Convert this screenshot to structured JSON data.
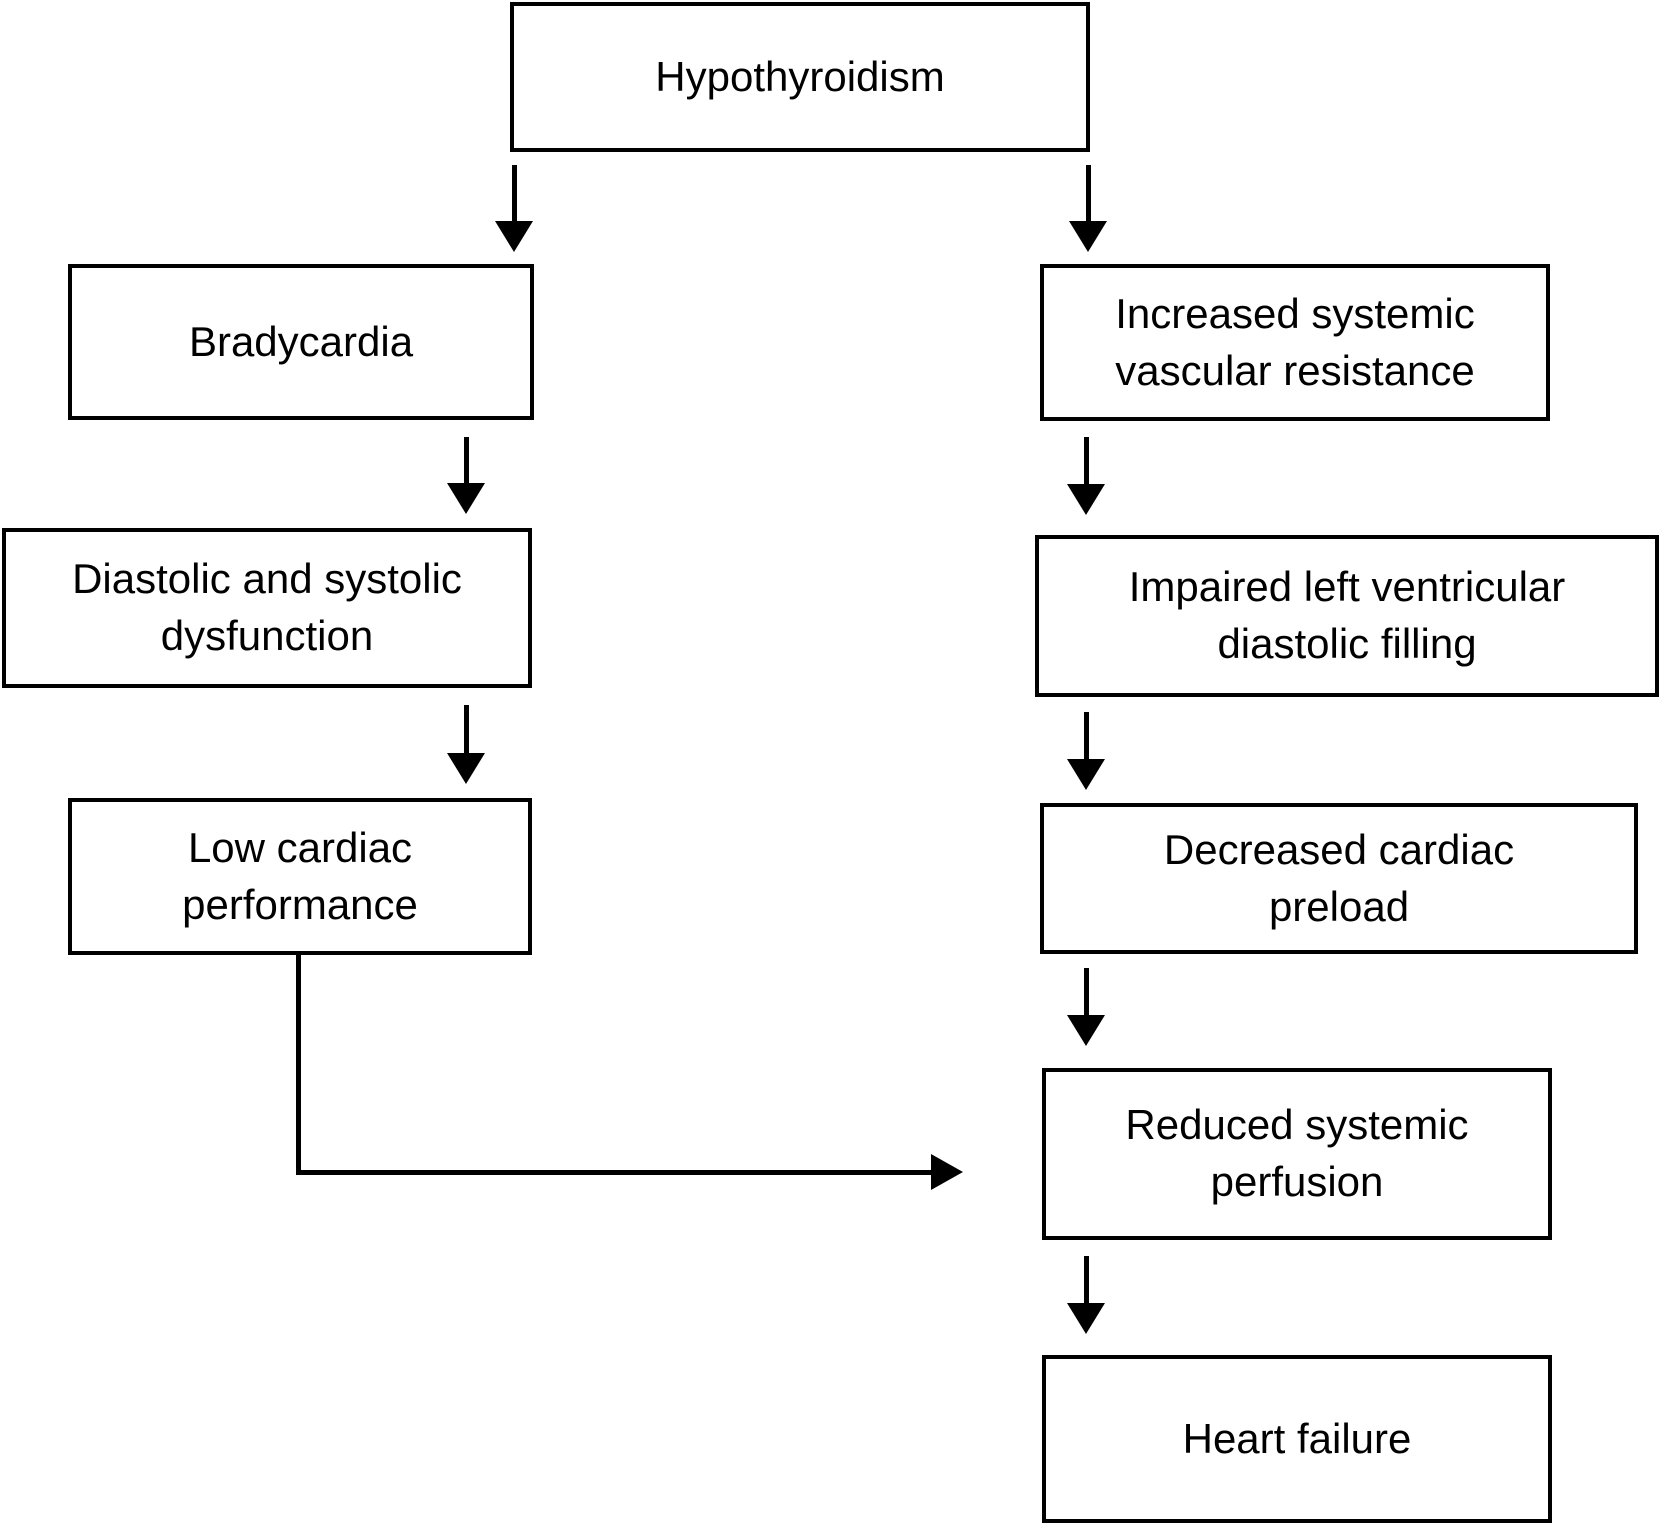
{
  "diagram": {
    "type": "flowchart",
    "topic": "Hypothyroidism leading to heart failure",
    "colors": {
      "background": "#ffffff",
      "box_fill": "#ffffff",
      "box_border": "#000000",
      "text": "#000000",
      "arrow": "#000000"
    },
    "nodes": {
      "hypothyroidism": {
        "label": "Hypothyroidism"
      },
      "bradycardia": {
        "label": "Bradycardia"
      },
      "diastolic": {
        "label": "Diastolic and systolic dysfunction"
      },
      "low_cardiac": {
        "label": "Low cardiac performance"
      },
      "increased_svr": {
        "label": "Increased systemic vascular resistance"
      },
      "impaired_lv": {
        "label": "Impaired left ventricular diastolic filling"
      },
      "decreased_preload": {
        "label": "Decreased cardiac preload"
      },
      "reduced_perfusion": {
        "label": "Reduced systemic perfusion"
      },
      "heart_failure": {
        "label": "Heart failure"
      }
    },
    "edges": [
      {
        "from": "hypothyroidism",
        "to": "bradycardia"
      },
      {
        "from": "hypothyroidism",
        "to": "increased_svr"
      },
      {
        "from": "bradycardia",
        "to": "diastolic"
      },
      {
        "from": "diastolic",
        "to": "low_cardiac"
      },
      {
        "from": "low_cardiac",
        "to": "reduced_perfusion"
      },
      {
        "from": "increased_svr",
        "to": "impaired_lv"
      },
      {
        "from": "impaired_lv",
        "to": "decreased_preload"
      },
      {
        "from": "decreased_preload",
        "to": "reduced_perfusion"
      },
      {
        "from": "reduced_perfusion",
        "to": "heart_failure"
      }
    ]
  }
}
